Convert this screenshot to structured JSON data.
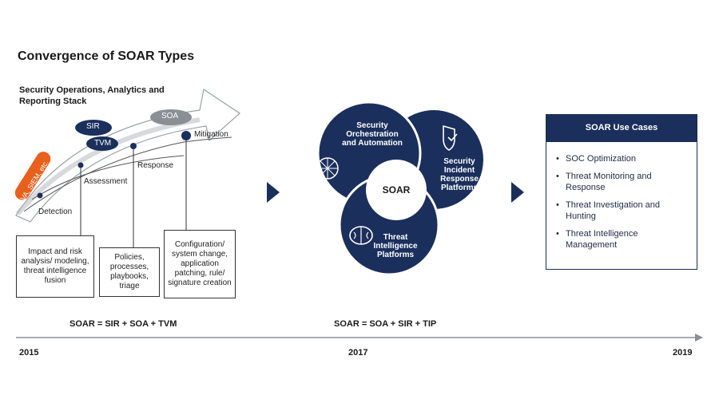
{
  "title": "Convergence of SOAR Types",
  "stack": {
    "title": "Security Operations, Analytics and Reporting Stack",
    "pill_sir": "SIR",
    "pill_tvm": "TVM",
    "pill_soa": "SOA",
    "pill_va": "VA, SIEM, etc.",
    "stage_detection": "Detection",
    "stage_assessment": "Assessment",
    "stage_response": "Response",
    "stage_mitigation": "Mitigation",
    "box1": "Impact and risk analysis/ modeling, threat intelligence fusion",
    "box2": "Policies, processes, playbooks, triage",
    "box3": "Configuration/ system change, application patching, rule/ signature creation",
    "equation": "SOAR = SIR + SOA + TVM"
  },
  "rings": {
    "center": "SOAR",
    "orchestration": "Security Orchestration and Automation",
    "incident": "Security Incident Response Platforms",
    "intel": "Threat Intelligence Platforms",
    "equation": "SOAR = SOA + SIR + TIP"
  },
  "use_cases": {
    "header": "SOAR Use Cases",
    "items": [
      {
        "label": "SOC Optimization"
      },
      {
        "label": "Threat Monitoring and Response"
      },
      {
        "label": "Threat Investigation and Hunting"
      },
      {
        "label": "Threat Intelligence Management"
      }
    ]
  },
  "timeline": {
    "start": "2015",
    "middle": "2017",
    "end": "2019"
  },
  "colors": {
    "navy": "#1b2f5c",
    "orange": "#e8601c",
    "gray": "#8a8f96"
  }
}
